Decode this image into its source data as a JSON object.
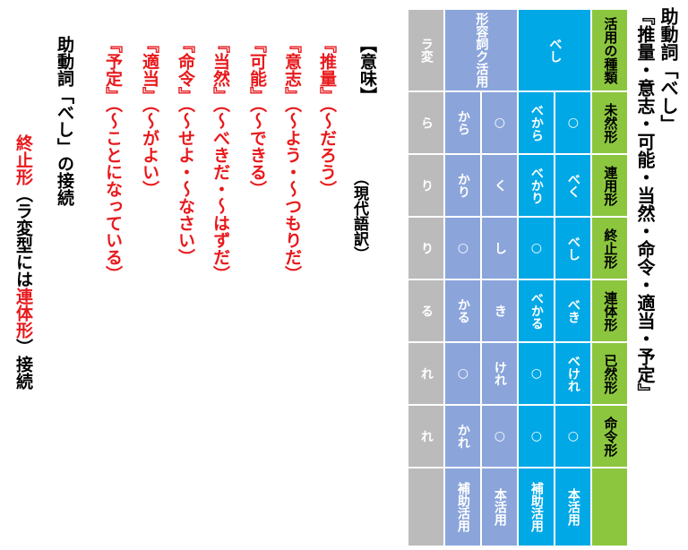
{
  "title": {
    "line1": "助動詞「べし」",
    "line2": "『推量・意志・可能・当然・命令・適当・予定』"
  },
  "table": {
    "header_label": "活用の種類",
    "forms": [
      "未然形",
      "連用形",
      "終止形",
      "連体形",
      "已然形",
      "命令形"
    ],
    "columns": [
      {
        "label": "べし",
        "rows": [
          {
            "sub": "本活用",
            "cells": [
              "○",
              "べく",
              "べし",
              "べき",
              "べけれ",
              "○"
            ]
          },
          {
            "sub": "補助活用",
            "cells": [
              "べから",
              "べかり",
              "○",
              "べかる",
              "○",
              "○"
            ]
          }
        ]
      },
      {
        "label": "形容詞ク活用",
        "rows": [
          {
            "sub": "本活用",
            "cells": [
              "○",
              "く",
              "し",
              "き",
              "けれ",
              "○"
            ]
          },
          {
            "sub": "補助活用",
            "cells": [
              "から",
              "かり",
              "○",
              "かる",
              "○",
              "かれ"
            ]
          }
        ]
      },
      {
        "label": "ラ変",
        "rows": [
          {
            "sub": "",
            "cells": [
              "ら",
              "り",
              "り",
              "る",
              "れ",
              "れ"
            ]
          }
        ]
      }
    ],
    "colors": {
      "green": "#8cc63e",
      "cyan": "#00a8e6",
      "lavender": "#8ba5db",
      "gray": "#bbbbbb"
    }
  },
  "meaning": {
    "heading": "【意味】",
    "note": "（現代語訳）",
    "items": [
      {
        "term": "『推量』",
        "gloss": "（～だろう）"
      },
      {
        "term": "『意志』",
        "gloss": "（～よう・～つもりだ）"
      },
      {
        "term": "『可能』",
        "gloss": "（～できる）"
      },
      {
        "term": "『当然』",
        "gloss": "（～べきだ・～はずだ）"
      },
      {
        "term": "『命令』",
        "gloss": "（～せよ・～なさい）"
      },
      {
        "term": "『適当』",
        "gloss": "（～がよい）"
      },
      {
        "term": "『予定』",
        "gloss": "（～ことになっている）"
      }
    ]
  },
  "connection": {
    "heading": "助動詞「べし」の接続",
    "part1": "終止形",
    "part2": "（ラ変型には",
    "part3": "連体形",
    "part4": "）接続"
  }
}
